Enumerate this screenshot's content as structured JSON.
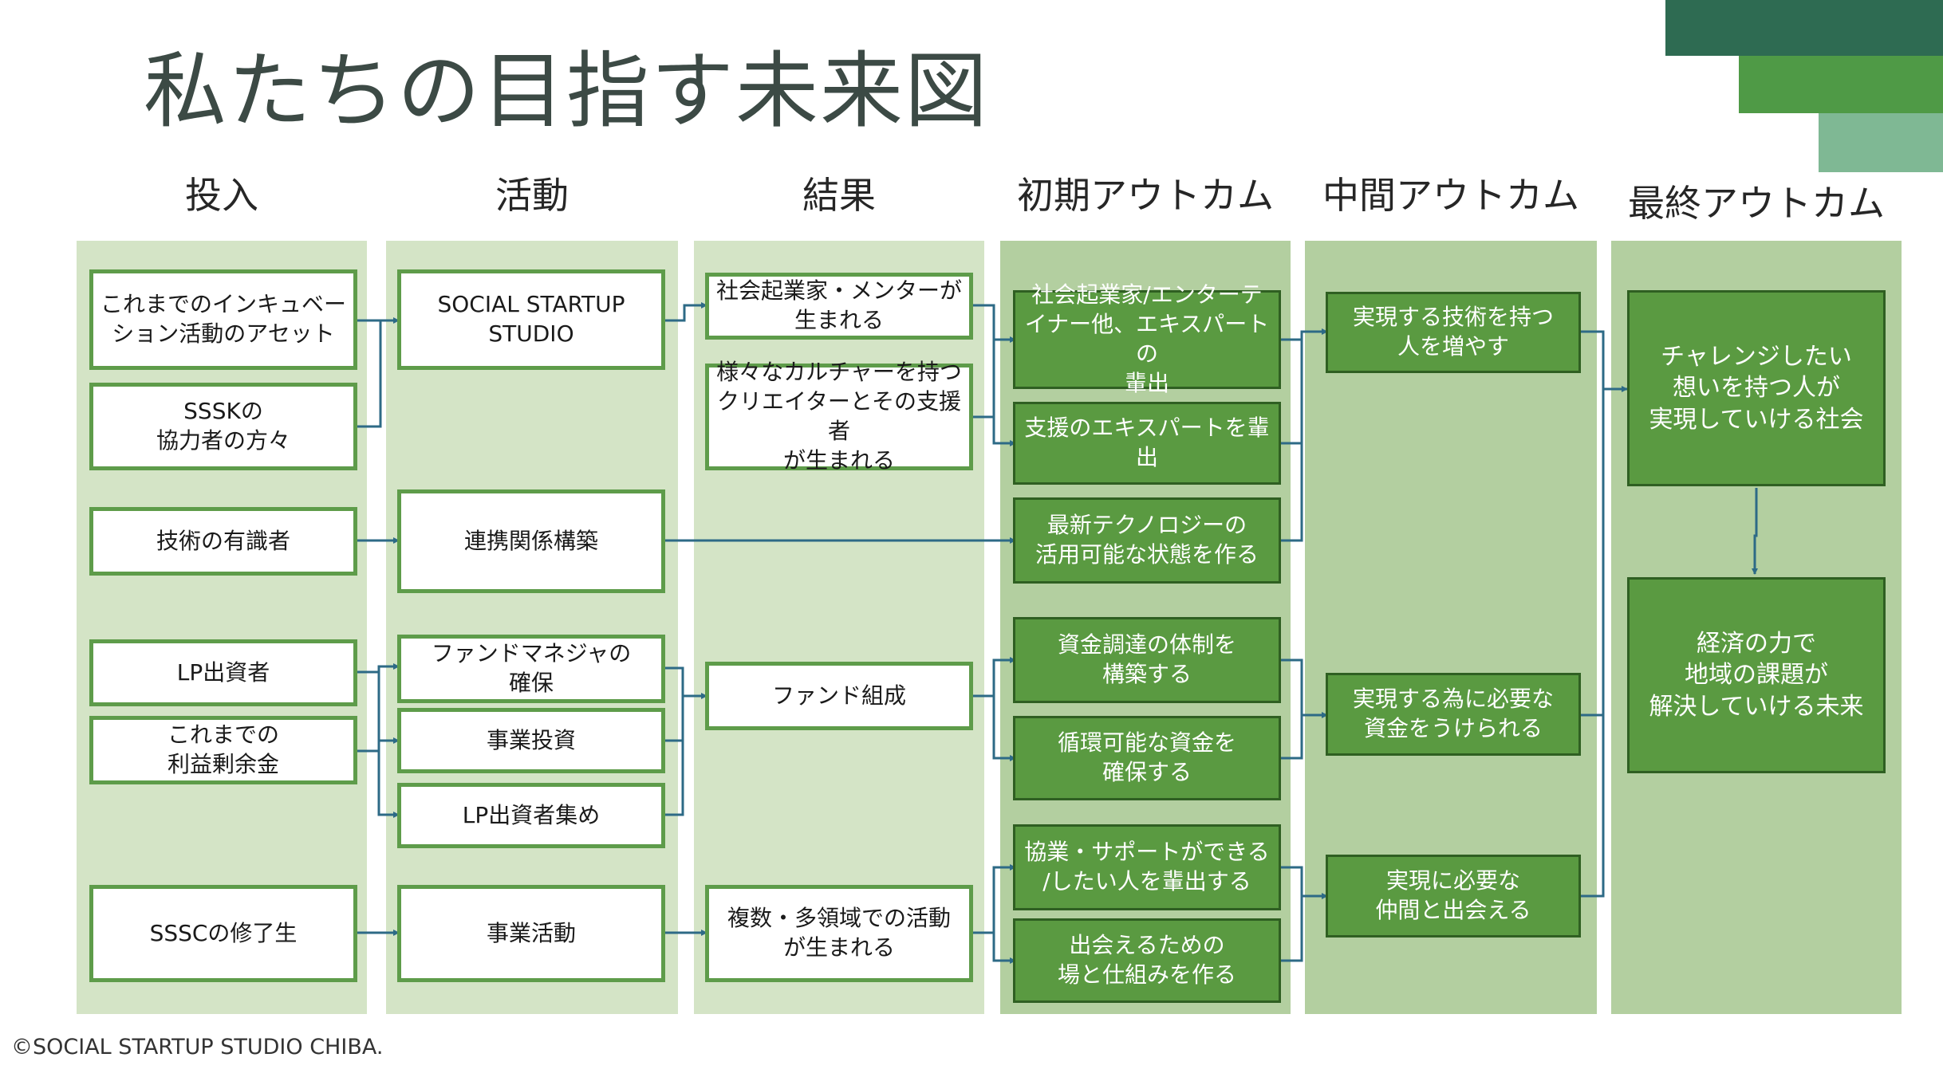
{
  "title": "私たちの目指す未来図",
  "columns": [
    {
      "key": "input",
      "label": "投入",
      "bg": "#d4e4c6"
    },
    {
      "key": "activity",
      "label": "活動",
      "bg": "#d4e4c6"
    },
    {
      "key": "result",
      "label": "結果",
      "bg": "#d4e4c6"
    },
    {
      "key": "early",
      "label": "初期アウトカム",
      "bg": "#b3cfa0"
    },
    {
      "key": "middle",
      "label": "中間アウトカム",
      "bg": "#b3cfa0"
    },
    {
      "key": "final",
      "label": "最終アウトカム",
      "bg": "#b3cfa0"
    }
  ],
  "boxes": {
    "in_assets": "これまでのインキュベー\nション活動のアセット",
    "in_partners": "SSSKの\n協力者の方々",
    "in_experts": "技術の有識者",
    "in_lp": "LP出資者",
    "in_surplus": "これまでの\n利益剰余金",
    "in_alumni": "SSSCの修了生",
    "act_studio": "SOCIAL STARTUP\nSTUDIO",
    "act_collab": "連携関係構築",
    "act_fundmgr": "ファンドマネジャの\n確保",
    "act_invest": "事業投資",
    "act_lpgather": "LP出資者集め",
    "act_business": "事業活動",
    "res_entrepreneurs": "社会起業家・メンターが\n生まれる",
    "res_creators": "様々なカルチャーを持つ\nクリエイターとその支援者\nが生まれる",
    "res_fund": "ファンド組成",
    "res_multi": "複数・多領域での活動\nが生まれる",
    "early_talent": "社会起業家/エンターテ\nイナー他、エキスパートの\n輩出",
    "early_support": "支援のエキスパートを輩出",
    "early_tech": "最新テクノロジーの\n活用可能な状態を作る",
    "early_funding": "資金調達の体制を\n構築する",
    "early_circular": "循環可能な資金を\n確保する",
    "early_cowork": "協業・サポートができる\n/したい人を輩出する",
    "early_meet": "出会えるための\n場と仕組みを作る",
    "mid_tech": "実現する技術を持つ\n人を増やす",
    "mid_fund": "実現する為に必要な\n資金をうけられる",
    "mid_peers": "実現に必要な\n仲間と出会える",
    "fin_society": "チャレンジしたい\n想いを持つ人が\n実現していける社会",
    "fin_future": "経済の力で\n地域の課題が\n解決していける未来"
  },
  "footer": "©SOCIAL STARTUP STUDIO CHIBA.",
  "colors": {
    "title": "#3c4a45",
    "accent_dark": "#2e6b52",
    "accent_mid": "#4f9a46",
    "accent_light": "#7fb894",
    "box_fill": "#5a9a41",
    "box_border": "#5e9c4a",
    "arrow": "#2d6a86"
  }
}
